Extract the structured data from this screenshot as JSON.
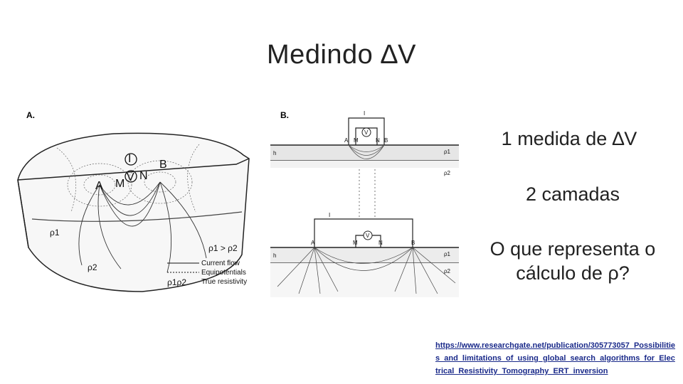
{
  "slide": {
    "title": "Medindo ∆V",
    "bullets": [
      "1 medida de ∆V",
      "2 camadas",
      "O que representa o cálculo de ρ?"
    ],
    "source_link": "https://www.researchgate.net/publication/305773057_Possibilities_and_limitations_of_using_global_search_algorithms_for_Electrical_Resistivity_Tomography_ERT_inversion"
  },
  "figure_a": {
    "panel_label": "A.",
    "electrode_labels": [
      "A",
      "M",
      "V",
      "N",
      "B",
      "I"
    ],
    "rho_upper": "ρ1",
    "rho_lower": "ρ2",
    "relation": "ρ1 > ρ2",
    "legend": [
      "Current flow",
      "Equipotentials",
      "True resistivity"
    ],
    "legend_symbol": "ρ1ρ2"
  },
  "figure_b": {
    "panel_label": "B.",
    "top": {
      "current": "I",
      "voltage": "V",
      "layer": "h",
      "rho1": "ρ1",
      "rho2": "ρ2",
      "electrodes": [
        "A",
        "M",
        "N",
        "B"
      ]
    },
    "bottom": {
      "current": "I",
      "voltage": "V",
      "layer": "h",
      "rho1": "ρ1",
      "rho2": "ρ2",
      "electrodes": [
        "A",
        "M",
        "N",
        "B"
      ]
    }
  }
}
